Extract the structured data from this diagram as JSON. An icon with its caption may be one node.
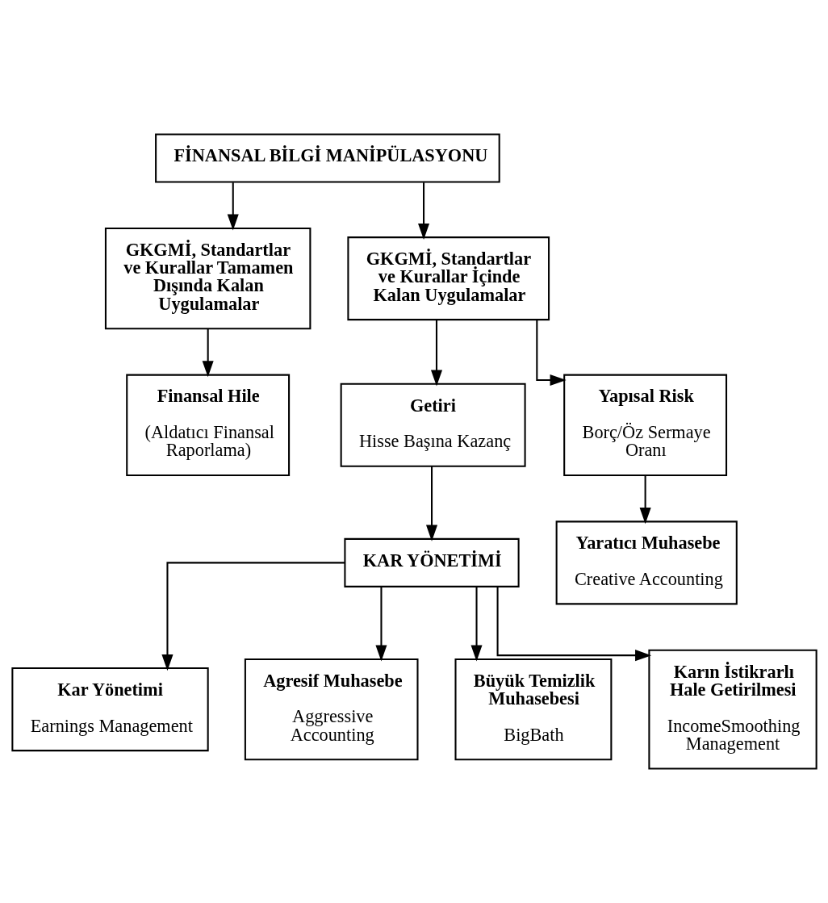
{
  "diagram": {
    "nodes": [
      {
        "text": [
          "FİNANSAL BİLGİ MANİPÜLASYONU"
        ]
      },
      {
        "text": [
          "GKGMİ, Standartlar ve Kurallar Tamamen Dışında Kalan Uygulamalar"
        ]
      },
      {
        "text": [
          "GKGMİ, Standartlar ve Kurallar İçinde Kalan Uygulamalar"
        ]
      },
      {
        "text": [
          "Finansal Hile",
          "(Aldatıcı Finansal Raporlama)"
        ]
      },
      {
        "text": [
          "Getiri",
          "Hisse Başına Kazanç"
        ]
      },
      {
        "text": [
          "Yapısal Risk",
          "Borç/Öz Sermaye Oranı"
        ]
      },
      {
        "text": [
          "Yaratıcı Muhasebe",
          "Creative Accounting"
        ]
      },
      {
        "text": [
          "KAR YÖNETİMİ"
        ]
      },
      {
        "text": [
          "Kar Yönetimi",
          "Earnings Management"
        ]
      },
      {
        "text": [
          "Agresif Muhasebe",
          "Aggressive Accounting"
        ]
      },
      {
        "text": [
          "Büyük Temizlik Muhasebesi",
          "BigBath"
        ]
      },
      {
        "text": [
          "Karın İstikrarlı Hale Getirilmesi",
          "IncomeSmoothing Management"
        ]
      }
    ],
    "edges": [
      {
        "from": 0,
        "to": 1,
        "arrow": "to"
      },
      {
        "from": 0,
        "to": 2,
        "arrow": "to"
      },
      {
        "from": 1,
        "to": 3,
        "arrow": "to"
      },
      {
        "from": 2,
        "to": 4,
        "arrow": "to"
      },
      {
        "from": 2,
        "to": 5,
        "arrow": "to"
      },
      {
        "from": 5,
        "to": 6,
        "arrow": "to"
      },
      {
        "from": 4,
        "to": 7,
        "arrow": "to"
      },
      {
        "from": 7,
        "to": 8,
        "arrow": "to"
      },
      {
        "from": 7,
        "to": 9,
        "arrow": "to"
      },
      {
        "from": 7,
        "to": 10,
        "arrow": "to"
      },
      {
        "from": 7,
        "to": 11,
        "arrow": "to"
      }
    ]
  }
}
